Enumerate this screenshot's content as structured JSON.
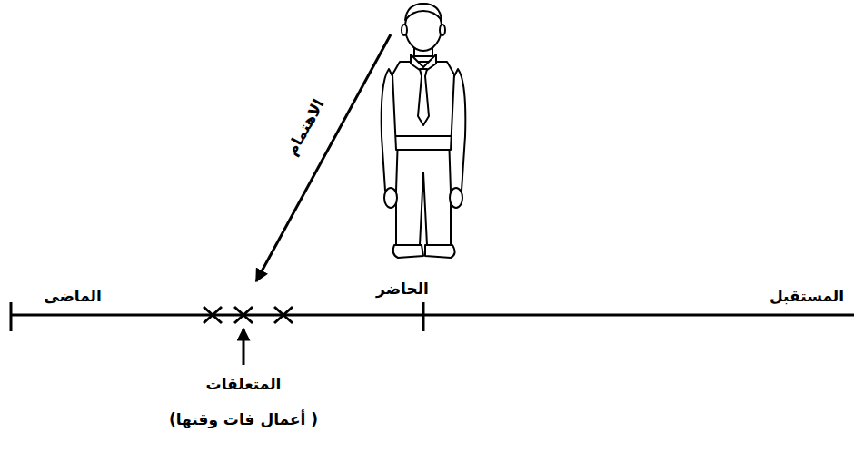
{
  "diagram": {
    "labels": [
      "الماضى",
      "الحاضر",
      "المستقبل",
      "الاهتمام",
      "المتعلقات",
      "( أعمال فات وقتها)"
    ]
  }
}
